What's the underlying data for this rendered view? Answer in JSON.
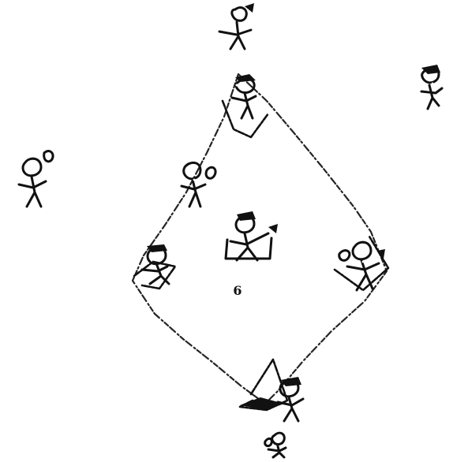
{
  "diagram": {
    "center_label": "6",
    "ink_color": "#111111",
    "paper_color": "#ffffff"
  },
  "figures": [
    {
      "name": "top-outfield-player"
    },
    {
      "name": "second-base-player"
    },
    {
      "name": "right-outfield-player"
    },
    {
      "name": "left-outfield-player"
    },
    {
      "name": "shortstop-player"
    },
    {
      "name": "pitcher-player"
    },
    {
      "name": "third-base-player"
    },
    {
      "name": "first-base-player"
    },
    {
      "name": "home-plate-player"
    },
    {
      "name": "bottom-player"
    }
  ]
}
